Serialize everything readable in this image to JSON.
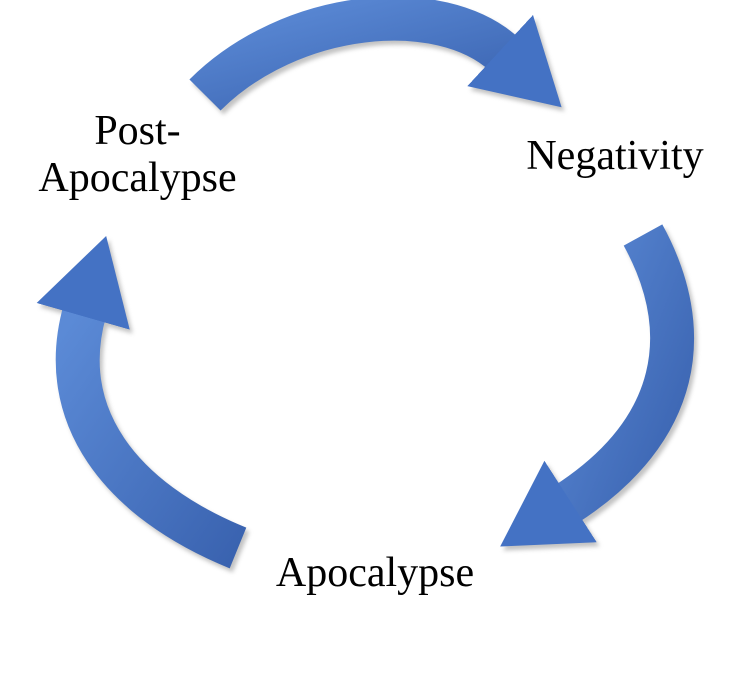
{
  "diagram": {
    "type": "cycle",
    "arrow_color_dark": "#3A63B0",
    "arrow_color_light": "#5B8AD6",
    "nodes": [
      {
        "id": "post-apocalypse",
        "line1": "Post-",
        "line2": "Apocalypse"
      },
      {
        "id": "negativity",
        "label": "Negativity"
      },
      {
        "id": "apocalypse",
        "label": "Apocalypse"
      }
    ],
    "edges": [
      {
        "from": "post-apocalypse",
        "to": "negativity",
        "position": "top"
      },
      {
        "from": "negativity",
        "to": "apocalypse",
        "position": "right"
      },
      {
        "from": "apocalypse",
        "to": "post-apocalypse",
        "position": "left"
      }
    ]
  }
}
